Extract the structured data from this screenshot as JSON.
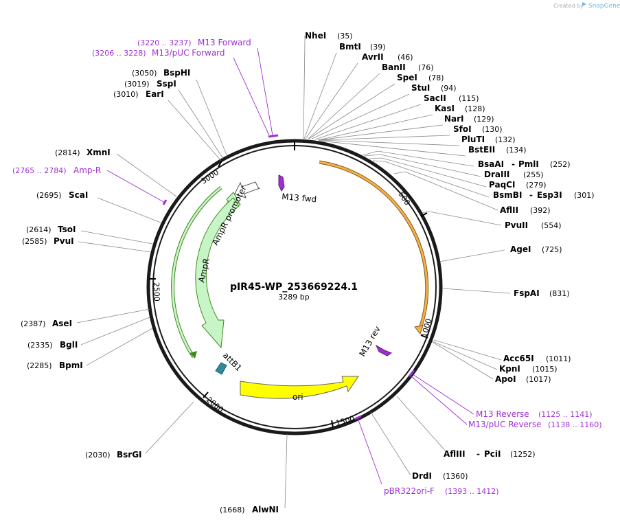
{
  "header": {
    "created_by": "Created by",
    "brand": "SnapGene"
  },
  "plasmid": {
    "name": "pIR45-WP_253669224.1",
    "length": "3289 bp"
  },
  "ticks": [
    "500",
    "1000",
    "1500",
    "2000",
    "2500",
    "3000"
  ],
  "features": {
    "ampr_promoter": "AmpR promoter",
    "ampr": "AmpR",
    "attb1": "attB1",
    "ori": "ori",
    "m13_fwd": "M13 fwd",
    "m13_rev": "M13 rev"
  },
  "right_sites": [
    {
      "name": "NheI",
      "pos": "(35)"
    },
    {
      "name": "BmtI",
      "pos": "(39)"
    },
    {
      "name": "AvrII",
      "pos": "(46)"
    },
    {
      "name": "BanII",
      "pos": "(76)"
    },
    {
      "name": "SpeI",
      "pos": "(78)"
    },
    {
      "name": "StuI",
      "pos": "(94)"
    },
    {
      "name": "SacII",
      "pos": "(115)"
    },
    {
      "name": "KasI",
      "pos": "(128)"
    },
    {
      "name": "NarI",
      "pos": "(129)"
    },
    {
      "name": "SfoI",
      "pos": "(130)"
    },
    {
      "name": "PluTI",
      "pos": "(132)"
    },
    {
      "name": "BstEII",
      "pos": "(134)"
    },
    {
      "name": "BsaAI",
      "sep": "-",
      "name2": "PmlI",
      "pos": "(252)"
    },
    {
      "name": "DraIII",
      "pos": "(255)"
    },
    {
      "name": "PaqCI",
      "pos": "(279)"
    },
    {
      "name": "BsmBI",
      "sep": "-",
      "name2": "Esp3I",
      "pos": "(301)"
    },
    {
      "name": "AflII",
      "pos": "(392)"
    },
    {
      "name": "PvuII",
      "pos": "(554)"
    },
    {
      "name": "AgeI",
      "pos": "(725)"
    },
    {
      "name": "FspAI",
      "pos": "(831)"
    },
    {
      "name": "Acc65I",
      "pos": "(1011)"
    },
    {
      "name": "KpnI",
      "pos": "(1015)"
    },
    {
      "name": "ApoI",
      "pos": "(1017)"
    },
    {
      "name": "AflIII",
      "sep": "-",
      "name2": "PciI",
      "pos": "(1252)"
    },
    {
      "name": "DrdI",
      "pos": "(1360)"
    },
    {
      "name": "AlwNI",
      "pos": "(1668)"
    }
  ],
  "left_sites": [
    {
      "name": "BspHI",
      "pos": "(3050)"
    },
    {
      "name": "SspI",
      "pos": "(3019)"
    },
    {
      "name": "EarI",
      "pos": "(3010)"
    },
    {
      "name": "XmnI",
      "pos": "(2814)"
    },
    {
      "name": "ScaI",
      "pos": "(2695)"
    },
    {
      "name": "TsoI",
      "pos": "(2614)"
    },
    {
      "name": "PvuI",
      "pos": "(2585)"
    },
    {
      "name": "AseI",
      "pos": "(2387)"
    },
    {
      "name": "BglI",
      "pos": "(2335)"
    },
    {
      "name": "BpmI",
      "pos": "(2285)"
    },
    {
      "name": "BsrGI",
      "pos": "(2030)"
    }
  ],
  "primers": [
    {
      "name": "M13 Forward",
      "pos": "(3220 .. 3237)"
    },
    {
      "name": "M13/pUC Forward",
      "pos": "(3206 .. 3228)"
    },
    {
      "name": "Amp-R",
      "pos": "(2765 .. 2784)"
    },
    {
      "name": "M13 Reverse",
      "pos": "(1125 .. 1141)"
    },
    {
      "name": "M13/pUC Reverse",
      "pos": "(1138 .. 1160)"
    },
    {
      "name": "pBR322ori-F",
      "pos": "(1393 .. 1412)"
    }
  ],
  "colors": {
    "backbone": "#1a1a1a",
    "primer": "#a12dd6",
    "orange_feature": "#f3b04d",
    "ampr_fill": "#c8f5c8",
    "ampr_stroke": "#3f8a1a",
    "ori_fill": "#ffff00",
    "attb1_fill": "#2e8a9c",
    "brand": "#6fb8e0"
  }
}
